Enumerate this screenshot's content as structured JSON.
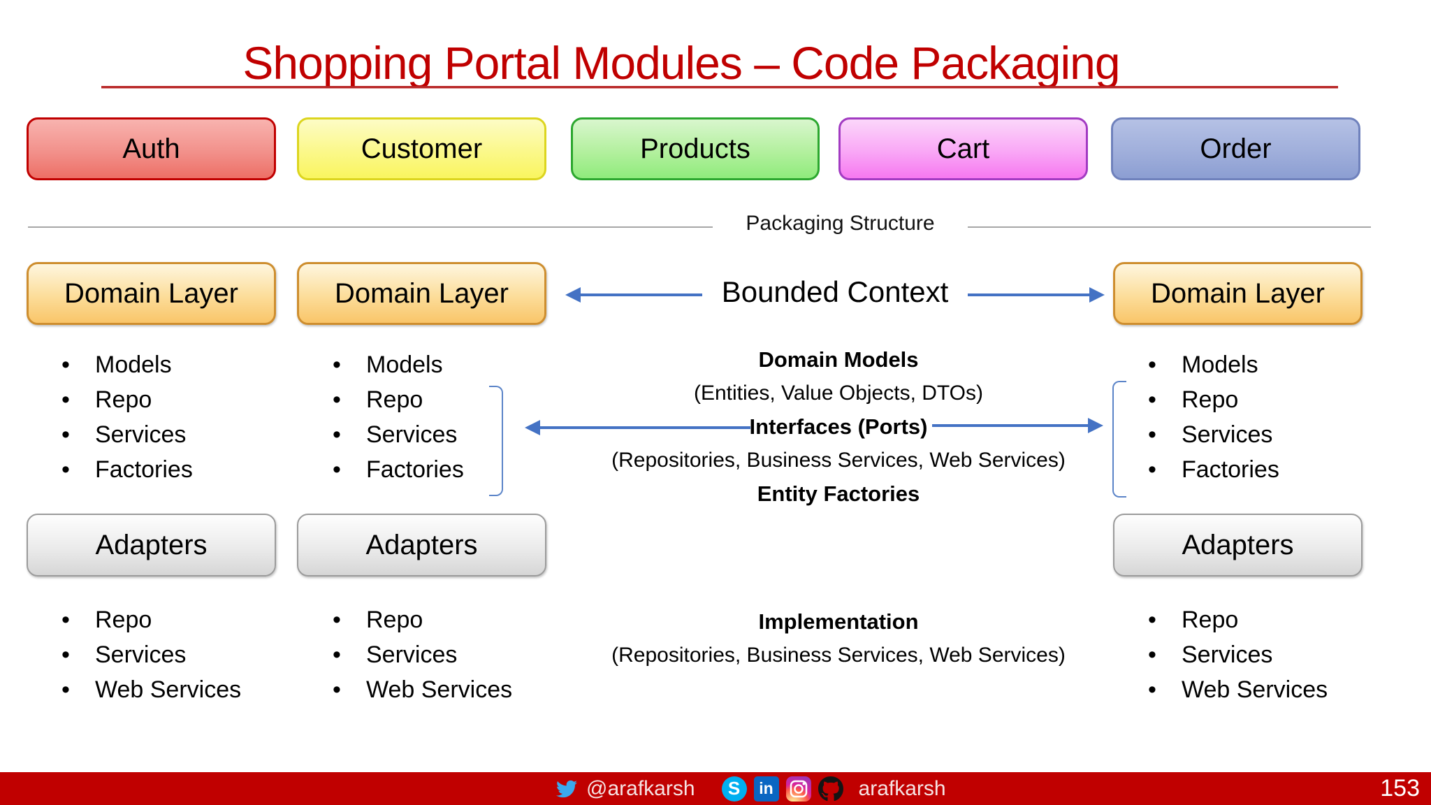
{
  "title": "Shopping Portal Modules – Code Packaging",
  "modules": [
    {
      "label": "Auth",
      "fill": "#F2918B",
      "border": "#C00000"
    },
    {
      "label": "Customer",
      "fill": "#FBF88A",
      "border": "#DCD51F"
    },
    {
      "label": "Products",
      "fill": "#B3F09E",
      "border": "#2CA72F"
    },
    {
      "label": "Cart",
      "fill": "#F9A7F6",
      "border": "#A23BC2"
    },
    {
      "label": "Order",
      "fill": "#A0AFDB",
      "border": "#6F81BC"
    }
  ],
  "divider": {
    "label": "Packaging Structure"
  },
  "columns": [
    {
      "domain_label": "Domain Layer",
      "domain_items": [
        "Models",
        "Repo",
        "Services",
        "Factories"
      ],
      "adapters_label": "Adapters",
      "adapter_items": [
        "Repo",
        "Services",
        "Web Services"
      ]
    },
    {
      "domain_label": "Domain Layer",
      "domain_items": [
        "Models",
        "Repo",
        "Services",
        "Factories"
      ],
      "adapters_label": "Adapters",
      "adapter_items": [
        "Repo",
        "Services",
        "Web Services"
      ]
    },
    {
      "domain_label": "Domain Layer",
      "domain_items": [
        "Models",
        "Repo",
        "Services",
        "Factories"
      ],
      "adapters_label": "Adapters",
      "adapter_items": [
        "Repo",
        "Services",
        "Web Services"
      ]
    }
  ],
  "center": {
    "bounded_context": "Bounded Context",
    "domain_models_title": "Domain Models",
    "domain_models_sub": "(Entities, Value Objects, DTOs)",
    "interfaces_title": "Interfaces  (Ports)",
    "interfaces_sub": "(Repositories, Business Services, Web Services)",
    "entity_factories": "Entity Factories",
    "implementation_title": "Implementation",
    "implementation_sub": "(Repositories, Business Services, Web Services)"
  },
  "footer": {
    "twitter_handle": "@arafkarsh",
    "github_handle": "arafkarsh",
    "page_number": "153",
    "bar_color": "#C00000",
    "skype_glyph": "S",
    "linkedin_glyph": "in"
  },
  "colors": {
    "title_red": "#C00000",
    "arrow_blue": "#4472C4",
    "bracket_blue": "#5B84C8",
    "divider_gray": "#A6A6A6"
  }
}
